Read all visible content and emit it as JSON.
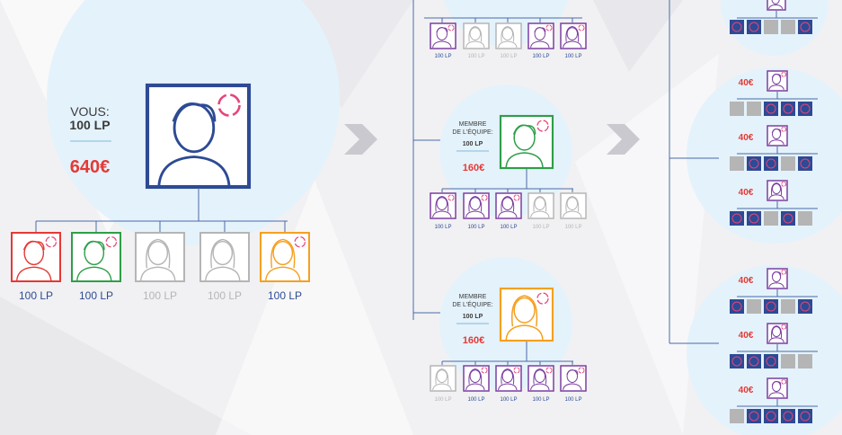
{
  "you": {
    "label": "VOUS:",
    "points": "100 LP",
    "earnings": "640€"
  },
  "first_level": [
    {
      "name": "man",
      "color": "#e53935",
      "status": "active",
      "label": "100 LP"
    },
    {
      "name": "man",
      "color": "#2e9e48",
      "status": "active",
      "label": "100 LP"
    },
    {
      "name": "woman",
      "color": "#b5b5b5",
      "status": "inactive",
      "label": "100 LP"
    },
    {
      "name": "woman",
      "color": "#b5b5b5",
      "status": "inactive",
      "label": "100 LP"
    },
    {
      "name": "woman",
      "color": "#f5a020",
      "status": "active",
      "label": "100 LP"
    }
  ],
  "team_members": [
    {
      "color": "#2e9e48",
      "avatar": "man",
      "label": "MEMBRE\nDE L'ÉQUIPE:",
      "points": "100 LP",
      "earnings": "160€",
      "children": [
        {
          "status": "active",
          "avatar": "woman",
          "label": "100 LP"
        },
        {
          "status": "active",
          "avatar": "woman",
          "label": "100 LP"
        },
        {
          "status": "active",
          "avatar": "woman",
          "label": "100 LP"
        },
        {
          "status": "inactive",
          "avatar": "woman",
          "label": "100 LP"
        },
        {
          "status": "inactive",
          "avatar": "woman",
          "label": "100 LP"
        }
      ]
    },
    {
      "color": "#f5a020",
      "avatar": "woman",
      "label": "MEMBRE\nDE L'ÉQUIPE:",
      "points": "100 LP",
      "earnings": "160€",
      "children": [
        {
          "status": "inactive",
          "avatar": "woman",
          "label": "100 LP"
        },
        {
          "status": "active",
          "avatar": "woman",
          "label": "100 LP"
        },
        {
          "status": "active",
          "avatar": "woman",
          "label": "100 LP"
        },
        {
          "status": "active",
          "avatar": "woman",
          "label": "100 LP"
        },
        {
          "status": "active",
          "avatar": "man",
          "label": "100 LP"
        }
      ]
    }
  ],
  "top_partial_children": [
    {
      "status": "active",
      "avatar": "man",
      "label": "100 LP"
    },
    {
      "status": "inactive",
      "avatar": "woman",
      "label": "100 LP"
    },
    {
      "status": "inactive",
      "avatar": "woman",
      "label": "100 LP"
    },
    {
      "status": "active",
      "avatar": "man",
      "label": "100 LP"
    },
    {
      "status": "active",
      "avatar": "woman",
      "label": "100 LP"
    }
  ],
  "third_level": {
    "top_partial_row": [
      "active",
      "active",
      "inactive",
      "inactive",
      "active"
    ],
    "groups": [
      {
        "members": [
          {
            "earnings": "40€",
            "avatar": "man",
            "row": [
              "inactive",
              "inactive",
              "active",
              "active",
              "active"
            ]
          },
          {
            "earnings": "40€",
            "avatar": "man",
            "row": [
              "inactive",
              "active",
              "active",
              "inactive",
              "active"
            ]
          },
          {
            "earnings": "40€",
            "avatar": "woman",
            "row": [
              "active",
              "active",
              "inactive",
              "active",
              "inactive"
            ]
          }
        ]
      },
      {
        "members": [
          {
            "earnings": "40€",
            "avatar": "man",
            "row": [
              "active",
              "inactive",
              "active",
              "inactive",
              "active"
            ]
          },
          {
            "earnings": "40€",
            "avatar": "woman",
            "row": [
              "active",
              "active",
              "active",
              "inactive",
              "inactive"
            ]
          },
          {
            "earnings": "40€",
            "avatar": "man",
            "row": [
              "inactive",
              "active",
              "active",
              "active",
              "active"
            ]
          }
        ]
      }
    ]
  },
  "colors": {
    "navy": "#2d4a94",
    "purple": "#7b3fa0",
    "gray": "#b5b5b5",
    "red_text": "#e53935",
    "bubble": "#e4f2fb",
    "connector": "#4a6aa8",
    "badge": "#e5457a"
  }
}
